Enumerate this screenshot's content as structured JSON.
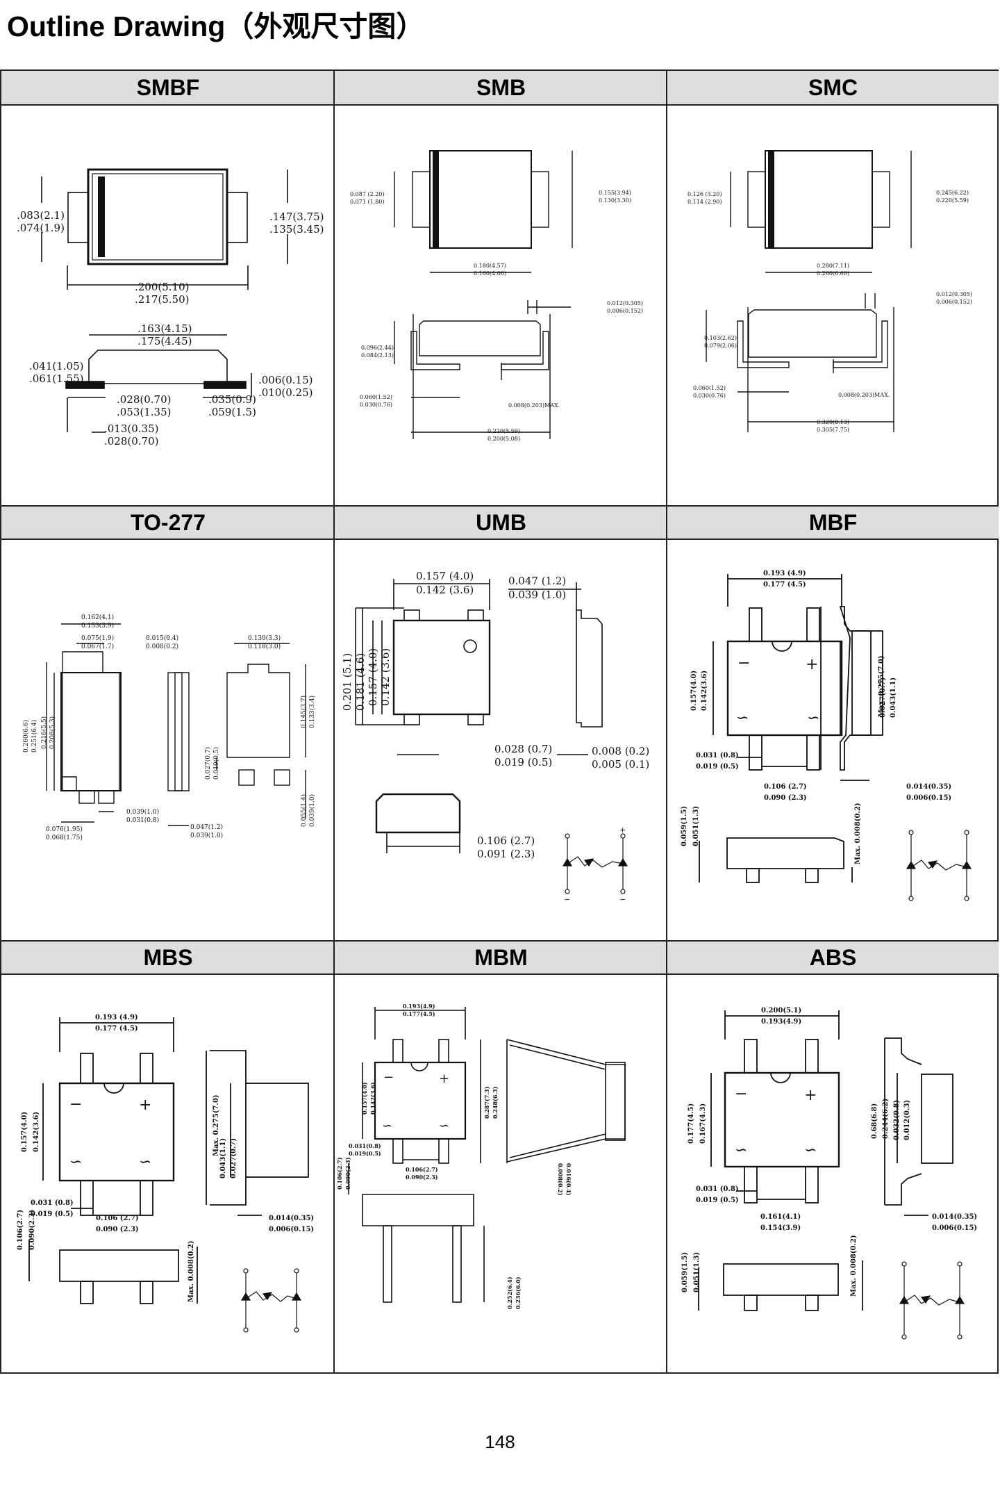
{
  "title": "Outline Drawing（外观尺寸图）",
  "page_number": "148",
  "packages": [
    {
      "name": "SMBF",
      "dims": [
        ".083(2.1)",
        ".074(1.9)",
        ".147(3.75)",
        ".135(3.45)",
        ".200(5.10)",
        ".217(5.50)",
        ".163(4.15)",
        ".175(4.45)",
        ".041(1.05)",
        ".061(1.55)",
        ".006(0.15)",
        ".010(0.25)",
        ".028(0.70)",
        ".053(1.35)",
        ".035(0.9)",
        ".059(1.5)",
        ".013(0.35)",
        ".028(0.70)"
      ]
    },
    {
      "name": "SMB",
      "dims": [
        "0.087 (2.20)",
        "0.071 (1.80)",
        "0.155(3.94)",
        "0.130(3.30)",
        "0.180(4.57)",
        "0.160(4.06)",
        "0.012(0.305)",
        "0.006(0.152)",
        "0.096(2.44)",
        "0.084(2.13)",
        "0.060(1.52)",
        "0.030(0.76)",
        "0.008(0.203)MAX.",
        "0.220(5.59)",
        "0.200(5.08)"
      ]
    },
    {
      "name": "SMC",
      "dims": [
        "0.126 (3.20)",
        "0.114 (2.90)",
        "0.245(6.22)",
        "0.220(5.59)",
        "0.280(7.11)",
        "0.260(6.60)",
        "0.012(0.305)",
        "0.006(0.152)",
        "0.103(2.62)",
        "0.079(2.06)",
        "0.060(1.52)",
        "0.030(0.76)",
        "0.008(0.203)MAX.",
        "0.320(8.13)",
        "0.305(7.75)"
      ]
    },
    {
      "name": "TO-277",
      "dims": [
        "0.162(4.1)",
        "0.153(3.9)",
        "0.075(1.9)",
        "0.067(1.7)",
        "0.015(0.4)",
        "0.008(0.2)",
        "0.130(3.3)",
        "0.118(3.0)",
        "0.260(6.6)",
        "0.251(6.4)",
        "0.216(5.5)",
        "0.208(5.3)",
        "0.145(3.7)",
        "0.133(3.4)",
        "0.027(0.7)",
        "0.019(0.5)",
        "0.055(1.4)",
        "0.039(1.0)",
        "0.039(1.0)",
        "0.031(0.8)",
        "0.076(1.95)",
        "0.068(1.75)",
        "0.047(1.2)",
        "0.039(1.0)"
      ]
    },
    {
      "name": "UMB",
      "dims": [
        "0.157 (4.0)",
        "0.142 (3.6)",
        "0.047 (1.2)",
        "0.039 (1.0)",
        "0.201 (5.1)",
        "0.181 (4.6)",
        "0.157 (4.0)",
        "0.142 (3.6)",
        "0.028 (0.7)",
        "0.019 (0.5)",
        "0.008 (0.2)",
        "0.005 (0.1)",
        "0.106 (2.7)",
        "0.091 (2.3)"
      ]
    },
    {
      "name": "MBF",
      "dims": [
        "0.193 (4.9)",
        "0.177 (4.5)",
        "0.157(4.0)",
        "0.142(3.6)",
        "Max. 0.275(7.0)",
        "0.043(1.1)",
        "0.027(0.7)",
        "0.031 (0.8)",
        "0.019 (0.5)",
        "0.106 (2.7)",
        "0.090 (2.3)",
        "0.014(0.35)",
        "0.006(0.15)",
        "0.059(1.5)",
        "0.051(1.3)",
        "Max. 0.008(0.2)"
      ]
    },
    {
      "name": "MBS",
      "dims": [
        "0.193 (4.9)",
        "0.177 (4.5)",
        "0.157(4.0)",
        "0.142(3.6)",
        "Max. 0.275(7.0)",
        "0.043(1.1)",
        "0.027(0.7)",
        "0.031 (0.8)",
        "0.019 (0.5)",
        "0.106 (2.7)",
        "0.090 (2.3)",
        "0.014(0.35)",
        "0.006(0.15)",
        "0.106(2.7)",
        "0.090(2.3)",
        "Max. 0.008(0.2)"
      ]
    },
    {
      "name": "MBM",
      "dims": [
        "0.193(4.9)",
        "0.177(4.5)",
        "0.157(4.0)",
        "0.142(3.6)",
        "0.287(7.3)",
        "0.248(6.3)",
        "0.031(0.8)",
        "0.019(0.5)",
        "0.106(2.7)",
        "0.090(2.3)",
        "0.106(2.7)",
        "0.090(2.3)",
        "0.016(0.4)",
        "0.008(0.2)",
        "0.252(6.4)",
        "0.236(6.0)"
      ]
    },
    {
      "name": "ABS",
      "dims": [
        "0.200(5.1)",
        "0.193(4.9)",
        "0.177(4.5)",
        "0.167(4.3)",
        "0.68(6.8)",
        "0.244(6.2)",
        "0.032(0.8)",
        "0.012(0.3)",
        "0.031 (0.8)",
        "0.019 (0.5)",
        "0.161(4.1)",
        "0.154(3.9)",
        "0.014(0.35)",
        "0.006(0.15)",
        "0.059(1.5)",
        "0.051(1.3)",
        "Max. 0.008(0.2)"
      ]
    }
  ],
  "symbols": {
    "plus": "+",
    "minus": "−",
    "ac": "∽"
  }
}
